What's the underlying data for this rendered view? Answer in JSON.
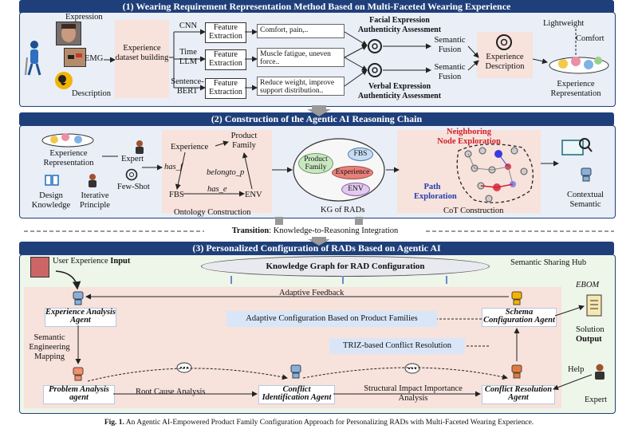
{
  "section1": {
    "title": "(1) Wearing Requirement Representation Method Based on Multi-Faceted Wearing Experience",
    "expression": "Expression",
    "emg": "EMG",
    "description": "Description",
    "dataset": "Experience dataset building",
    "methods": [
      "CNN",
      "Time LLM",
      "Sentence-BERT"
    ],
    "feature_extraction": "Feature Extraction",
    "outputs": [
      "Comfort, pain,..",
      "Muscle fatigue, uneven force..",
      "Reduce weight, improve support distribution.."
    ],
    "facial": "Facial Expression Authenticity Assessment",
    "verbal": "Verbal Expression Authenticity Assessment",
    "semantic_fusion": "Semantic Fusion",
    "experience_description": "Experience Description",
    "lightweight": "Lightweight",
    "comfort": "Comfort",
    "experience_representation": "Experience Representation"
  },
  "section2": {
    "title": "(2) Construction of the Agentic AI Reasoning Chain",
    "experience_representation": "Experience Representation",
    "expert": "Expert",
    "few_shot": "Few-Shot",
    "design_knowledge": "Design Knowledge",
    "iterative_principle": "Iterative Principle",
    "ontology": {
      "experience": "Experience",
      "product_family": "Product Family",
      "has_f": "has_f",
      "belongto_p": "belongto_p",
      "has_e": "has_e",
      "fbs": "FBS",
      "env": "ENV",
      "caption": "Ontology Construction"
    },
    "kg": {
      "product_family": "Product Family",
      "fbs": "FBS",
      "experience": "Experience",
      "env": "ENV",
      "caption": "KG of RADs"
    },
    "neighboring": "Neighboring Node Exploration",
    "path_exploration": "Path Exploration",
    "cot": "CoT Construction",
    "contextual": "Contextual Semantic"
  },
  "transition": {
    "label": "Transition",
    "text": ": Knowledge-to-Reasoning Integration"
  },
  "section3": {
    "title": "(3) Personalized Configuration of RADs Based on Agentic AI",
    "user_input_prefix": "User Experience ",
    "user_input_bold": "Input",
    "kg_config": "Knowledge Graph for RAD Configuration",
    "semantic_hub": "Semantic Sharing Hub",
    "adaptive_feedback": "Adaptive Feedback",
    "experience_agent": "Experience Analysis Agent",
    "adaptive_config": "Adaptive Configuration Based on Product Families",
    "schema_agent": "Schema Configuration Agent",
    "ebom": "EBOM",
    "solution": "Solution",
    "output": "Output",
    "semantic_mapping": "Semantic Engineering Mapping",
    "triz": "TRIZ-based Conflict Resolution",
    "help": "Help",
    "expert": "Expert",
    "problem_agent": "Problem Analysis agent",
    "root_cause": "Root Cause Analysis",
    "conflict_id_agent": "Conflict Identification Agent",
    "structural": "Structural Impact Importance Analysis",
    "conflict_res_agent": "Conflict Resolution Agent"
  },
  "caption": {
    "fig": "Fig. 1.",
    "text": " An Agentic AI-Empowered Product Family Configuration Approach for Personalizing RADs with Multi-Faceted Wearing Experience."
  }
}
